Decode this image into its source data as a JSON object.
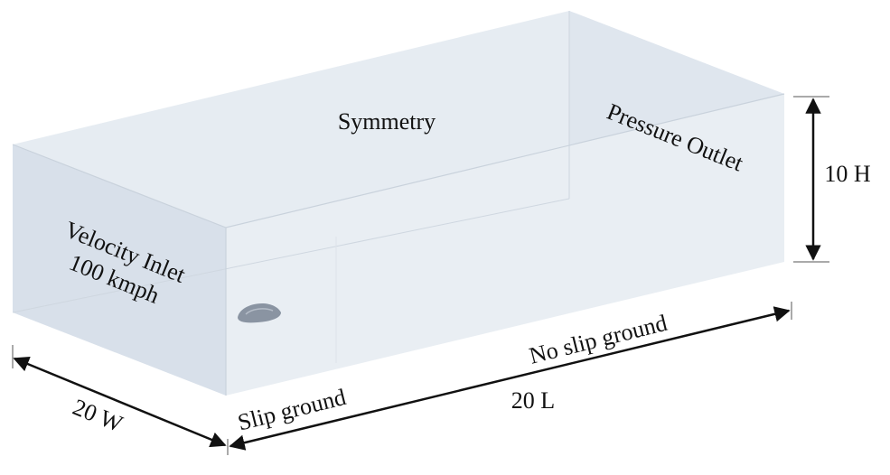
{
  "labels": {
    "top_face": "Symmetry",
    "outlet_face": "Pressure Outlet",
    "inlet_line1": "Velocity Inlet",
    "inlet_line2": "100 kmph",
    "ground_slip": "Slip ground",
    "ground_no_slip": "No slip ground"
  },
  "dimensions": {
    "height": "10 H",
    "width": "20 W",
    "length": "20 L"
  },
  "colors": {
    "top_face": "#e6ecf2",
    "back_face": "#dfe6ee",
    "front_face": "#d8e0ea",
    "bottom_face": "#e9eef3",
    "edge": "#c9d2dc",
    "vehicle": "#8a94a2",
    "dimension_line": "#111111"
  }
}
